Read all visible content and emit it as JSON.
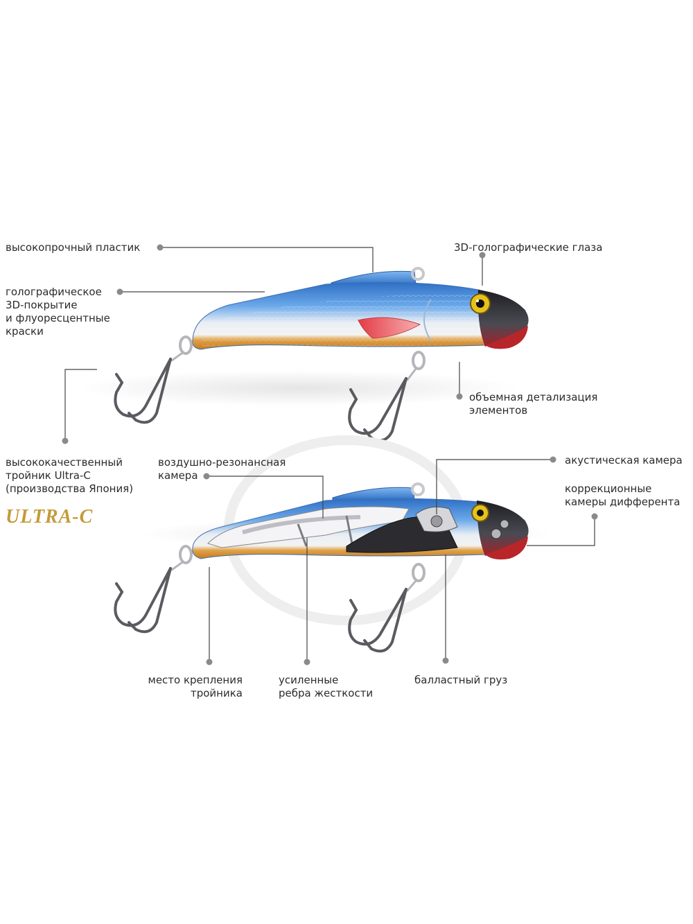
{
  "callouts": {
    "plastic": [
      "высокопрочный пластик"
    ],
    "coating": [
      "голографическое",
      "3D-покрытие",
      "и флуоресцентные",
      "краски"
    ],
    "eyes": [
      "3D-голографические глаза"
    ],
    "detail": [
      "объемная детализация",
      "элементов"
    ],
    "hook": [
      "высококачественный",
      "тройник Ultra-C",
      "(производства Япония)"
    ],
    "air_chamber": [
      "воздушно-резонансная",
      "камера"
    ],
    "acoustic": [
      "акустическая камера"
    ],
    "trim": [
      "коррекционные",
      "камеры дифферента"
    ],
    "hook_mount": [
      "место крепления",
      "тройника"
    ],
    "ribs": [
      "усиленные",
      "ребра жесткости"
    ],
    "ballast": [
      "балластный груз"
    ]
  },
  "brand_logo": "ULTRA-C",
  "colors": {
    "body_blue": "#3f86d8",
    "belly_orange": "#d98a2b",
    "head_dark": "#2a2a2e",
    "lip_red": "#b8262a",
    "eye_yellow": "#e8c21a",
    "leader_line": "#444444",
    "brand_gold": "#c49a3a"
  }
}
